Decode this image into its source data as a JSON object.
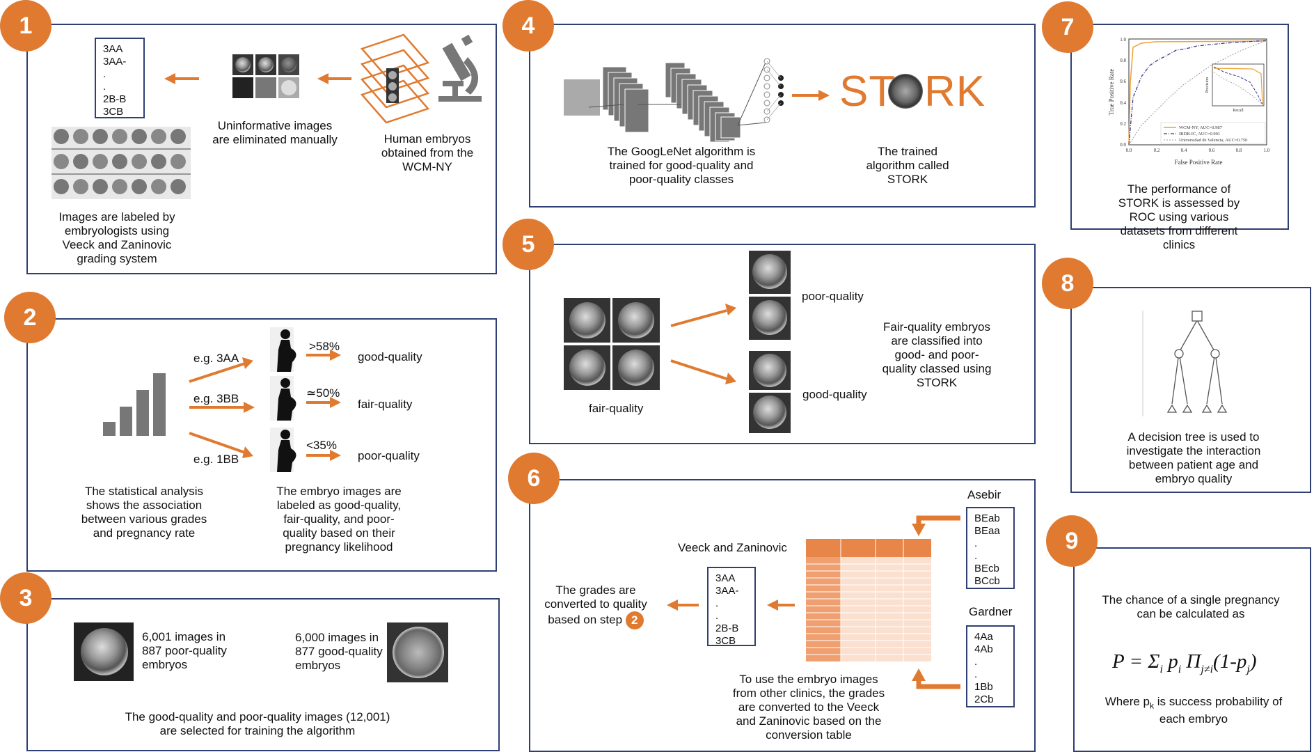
{
  "badges": [
    "1",
    "2",
    "3",
    "4",
    "5",
    "6",
    "7",
    "8",
    "9"
  ],
  "panel1": {
    "grades": [
      "3AA",
      "3AA-",
      ".",
      ".",
      "2B-B",
      "3CB"
    ],
    "uninformative": "Uninformative images are eliminated manually",
    "human_embryos": "Human embryos obtained from the WCM-NY",
    "labeled": "Images are labeled by embryologists using Veeck and Zaninovic grading system"
  },
  "panel2": {
    "eg": [
      "e.g. 3AA",
      "e.g. 3BB",
      "e.g. 1BB"
    ],
    "rates": [
      ">58%",
      "≃50%",
      "<35%"
    ],
    "classes": [
      "good-quality",
      "fair-quality",
      "poor-quality"
    ],
    "stat": "The statistical analysis shows the association between various grades and pregnancy rate",
    "labeled": "The embryo images are labeled as good-quality, fair-quality, and poor-quality based on their pregnancy likelihood"
  },
  "panel3": {
    "poor": "6,001 images in 887 poor-quality embryos",
    "good": "6,000 images in 877 good-quality embryos",
    "selected": "The good-quality and poor-quality images (12,001) are selected for training the algorithm"
  },
  "panel4": {
    "stork_left": "ST",
    "stork_right": "RK",
    "googlenet": "The GoogLeNet algorithm is trained for good-quality and poor-quality classes",
    "trained": "The trained algorithm called STORK"
  },
  "panel5": {
    "poor": "poor-quality",
    "good": "good-quality",
    "fair": "fair-quality",
    "desc": "Fair-quality embryos are classified into good- and poor-quality classed using STORK"
  },
  "panel6": {
    "asebir": "Asebir",
    "asebir_grades": [
      "BEab",
      "BEaa",
      ".",
      ".",
      "BEcb",
      "BCcb"
    ],
    "gardner": "Gardner",
    "gardner_grades": [
      "4Aa",
      "4Ab",
      ".",
      ".",
      "1Bb",
      "2Cb"
    ],
    "veeck": "Veeck and Zaninovic",
    "veeck_grades": [
      "3AA",
      "3AA-",
      ".",
      ".",
      "2B-B",
      "3CB"
    ],
    "converted": "The grades are converted to quality based on step",
    "step": "2",
    "conversion": "To use the embryo images from other clinics, the grades are converted to the Veeck and Zaninovic based on the conversion table"
  },
  "panel7": {
    "ylabel": "True Positive Rate",
    "xlabel": "False Positive Rate",
    "inset_ylabel": "Precision",
    "inset_xlabel": "Recall",
    "legend": [
      "WCM-NY, AUC=0.987",
      "IBDB-IC, AUC=0.901",
      "Universidad de Valencia, AUC=0.750"
    ],
    "ticks": [
      "0.0",
      "0.2",
      "0.4",
      "0.6",
      "0.8",
      "1.0"
    ],
    "desc": "The performance of STORK is assessed by ROC using various datasets from different clinics",
    "colors": {
      "wcm": "#f0a030",
      "ibdb": "#3a3a8c",
      "valencia": "#999999"
    }
  },
  "panel8": {
    "desc": "A decision tree is used to investigate the interaction between patient age and embryo quality"
  },
  "panel9": {
    "desc": "The chance of a single pregnancy can be calculated as",
    "formula_lhs": "P = ",
    "formula_sum": "Σ",
    "formula_i": "i",
    "formula_p": " p",
    "formula_prod": " Π",
    "formula_sub": "j≠i",
    "formula_tail": "(1-p",
    "formula_j": "j",
    "formula_end": ")",
    "where1": "Where p",
    "where_k": "k",
    "where2": " is success probability of each embryo"
  }
}
